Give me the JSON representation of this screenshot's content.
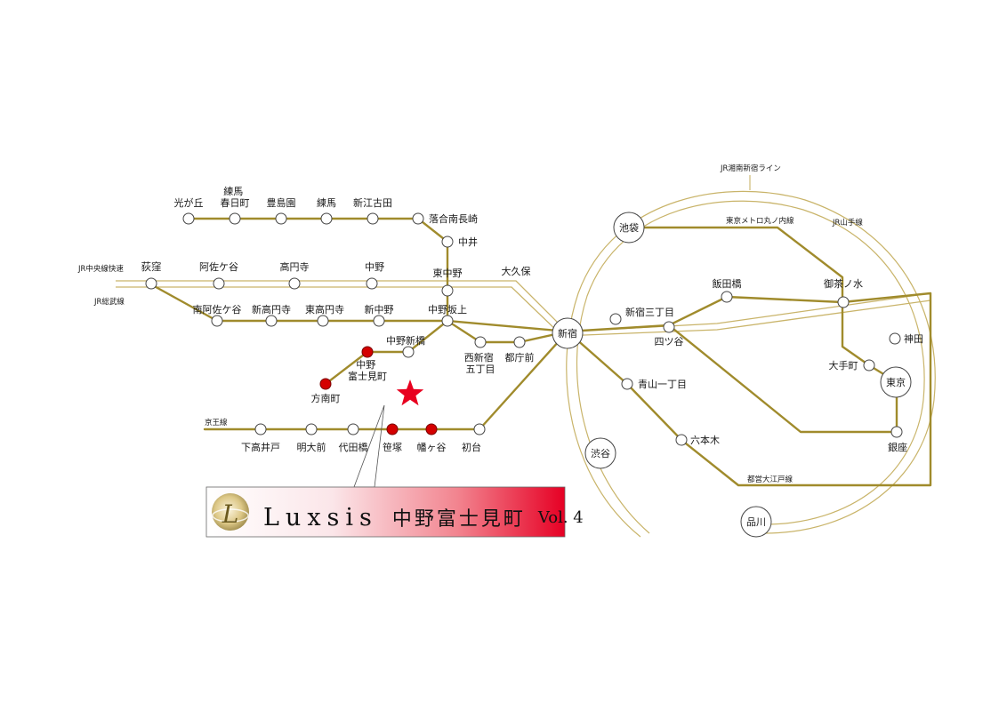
{
  "lines": {
    "shonan_shinjuku": "JR湘南新宿ライン",
    "yamanote": "JR山手線",
    "marunouchi": "東京メトロ丸ノ内線",
    "chuo_rapid": "JR中央線快速",
    "sobu": "JR総武線",
    "keio": "京王線",
    "oedo": "都営大江戸線"
  },
  "stations": {
    "hikarigaoka": "光が丘",
    "nerima_kasugacho": "練馬\n春日町",
    "toshimaen": "豊島園",
    "nerima": "練馬",
    "shin_egota": "新江古田",
    "ochiai_minami_nagasaki": "落合南長崎",
    "nakai": "中井",
    "higashi_nakano": "東中野",
    "okubo": "大久保",
    "ogikubo": "荻窪",
    "asagaya": "阿佐ケ谷",
    "koenji": "高円寺",
    "nakano": "中野",
    "minami_asagaya": "南阿佐ケ谷",
    "shin_koenji": "新高円寺",
    "higashi_koenji": "東高円寺",
    "shin_nakano": "新中野",
    "nakano_sakaue": "中野坂上",
    "nakano_shimbashi": "中野新橋",
    "nakano_fujimicho": "中野\n富士見町",
    "honancho": "方南町",
    "nishi_shinjuku_gochome": "西新宿\n五丁目",
    "tochomae": "都庁前",
    "shinjuku": "新宿",
    "shinjuku_sanchome": "新宿三丁目",
    "yotsuya": "四ツ谷",
    "iidabashi": "飯田橋",
    "ochanomizu": "御茶ノ水",
    "kanda": "神田",
    "otemachi": "大手町",
    "tokyo": "東京",
    "ginza": "銀座",
    "ikebukuro": "池袋",
    "shibuya": "渋谷",
    "shinagawa": "品川",
    "aoyama_itchome": "青山一丁目",
    "roppongi": "六本木",
    "shimotakaido": "下高井戸",
    "meidaimae": "明大前",
    "yoyogi_uehara": "代田橋",
    "sasazuka": "笹塚",
    "hatagaya": "幡ヶ谷",
    "hatsudai": "初台"
  },
  "banner": {
    "logo_letter": "L",
    "brand": "Luxsis",
    "subtitle": "中野富士見町",
    "volume": "Vol. 4"
  },
  "colors": {
    "line": "#a08b2c",
    "highlight_station": "#d40000",
    "star": "#e8001f"
  }
}
